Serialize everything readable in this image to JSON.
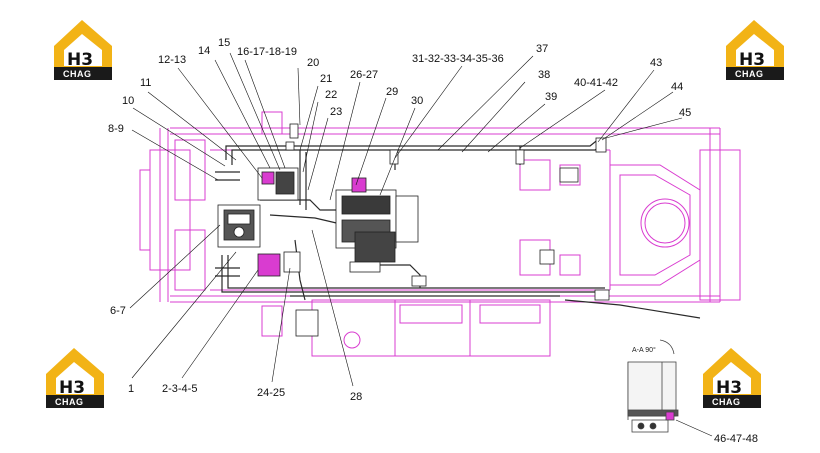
{
  "brand": {
    "logo_text": "H3",
    "logo_subtext": "CHAG",
    "colors": {
      "accent": "#f2b316",
      "dark": "#1a1a1a",
      "frame": "#d93cd0",
      "component": "#2a2a2a"
    }
  },
  "callouts": [
    "15",
    "16-17-18-19",
    "20",
    "14",
    "12-13",
    "21",
    "26-27",
    "11",
    "22",
    "10",
    "23",
    "29",
    "30",
    "8-9",
    "31-32-33-34-35-36",
    "37",
    "38",
    "39",
    "40-41-42",
    "43",
    "44",
    "45",
    "6-7",
    "1",
    "2-3-4-5",
    "24-25",
    "28",
    "46-47-48"
  ],
  "detail_view": {
    "label": "A-A 90°"
  }
}
